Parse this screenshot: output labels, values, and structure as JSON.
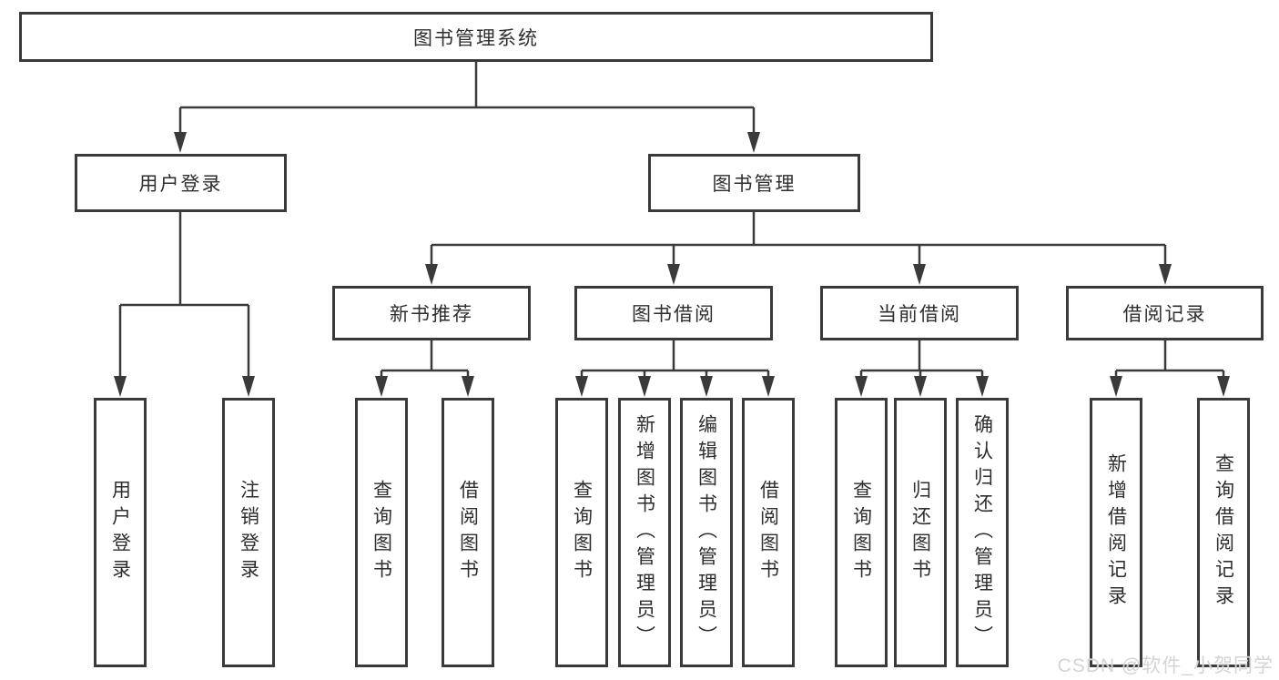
{
  "nodes": {
    "root": "图书管理系统",
    "user_login": "用户登录",
    "book_mgmt": "图书管理",
    "new_book": "新书推荐",
    "book_borrow": "图书借阅",
    "current_borrow": "当前借阅",
    "borrow_record": "借阅记录"
  },
  "leaves": {
    "user_login": [
      "用户登录",
      "注销登录"
    ],
    "new_book": [
      "查询图书",
      "借阅图书"
    ],
    "book_borrow": [
      "查询图书",
      "新增图书（管理员）",
      "编辑图书（管理员）",
      "借阅图书"
    ],
    "current_borrow": [
      "查询图书",
      "归还图书",
      "确认归还（管理员）"
    ],
    "borrow_record": [
      "新增借阅记录",
      "查询借阅记录"
    ]
  },
  "watermark": {
    "text": "CSDN @软件_小贺同学"
  },
  "colors": {
    "line": "#3a3a3a",
    "box_border": "#3a3a3a",
    "background": "#ffffff"
  }
}
